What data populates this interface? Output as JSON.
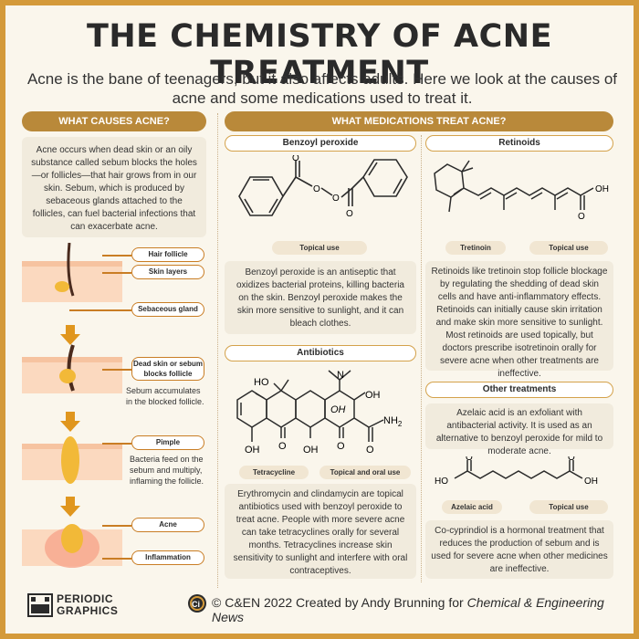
{
  "title": "THE CHEMISTRY OF ACNE TREATMENT",
  "intro": "Acne is the bane of teenagers, but it also affects adults. Here we look at the causes of acne and some medications used to treat it.",
  "causes": {
    "header": "WHAT CAUSES ACNE?",
    "text": "Acne occurs when dead skin or an oily substance called sebum blocks the holes—or follicles—that hair grows from in our skin. Sebum, which is produced by sebaceous glands attached to the follicles, can fuel bacterial infections that can exacerbate acne.",
    "labels": {
      "hair_follicle": "Hair follicle",
      "skin_layers": "Skin layers",
      "sebaceous_gland": "Sebaceous gland",
      "blocked_line1": "Dead skin or sebum",
      "blocked_line2": "blocks follicle",
      "pimple": "Pimple",
      "acne": "Acne",
      "inflammation": "Inflammation"
    },
    "step2_text": "Sebum accumulates in the blocked follicle.",
    "step3_text": "Bacteria feed on the sebum and multiply, inflaming the follicle."
  },
  "medications": {
    "header": "WHAT MEDICATIONS TREAT ACNE?",
    "benzoyl": {
      "title": "Benzoyl peroxide",
      "tag": "Topical use",
      "text": "Benzoyl peroxide is an antiseptic that oxidizes bacterial proteins, killing bacteria on the skin. Benzoyl peroxide makes the skin more sensitive to sunlight, and it can bleach clothes."
    },
    "antibiotics": {
      "title": "Antibiotics",
      "tag1": "Tetracycline",
      "tag2": "Topical and oral use",
      "text": "Erythromycin and clindamycin are topical antibiotics used with benzoyl peroxide to treat acne. People with more severe acne can take tetracyclines orally for several months. Tetracyclines increase skin sensitivity to sunlight and interfere with oral contraceptives."
    },
    "retinoids": {
      "title": "Retinoids",
      "tag1": "Tretinoin",
      "tag2": "Topical use",
      "text": "Retinoids like tretinoin stop follicle blockage by regulating the shedding of dead skin cells and have anti-inflammatory effects. Retinoids can initially cause skin irritation and make skin more sensitive to sunlight. Most retinoids are used topically, but doctors prescribe isotretinoin orally for severe acne when other treatments are ineffective."
    },
    "other": {
      "title": "Other treatments",
      "text1": "Azelaic acid is an exfoliant with antibacterial activity. It is used as an alternative to benzoyl peroxide for mild to moderate acne.",
      "tag1": "Azelaic acid",
      "tag2": "Topical use",
      "text2": "Co-cyprindiol is a hormonal treatment that reduces the production of sebum and is used for severe acne when other medicines are ineffective."
    },
    "atoms": {
      "oh": "OH",
      "ho": "HO",
      "nh2": "NH",
      "nh2_sub": "2",
      "n": "N",
      "o": "O"
    }
  },
  "footer": {
    "logo_line1": "PERIODIC",
    "logo_line2": "GRAPHICS",
    "ci": "Ci",
    "credit": "© C&EN 2022 Created by Andy Brunning for ",
    "credit_pub": "Chemical & Engineering News"
  }
}
